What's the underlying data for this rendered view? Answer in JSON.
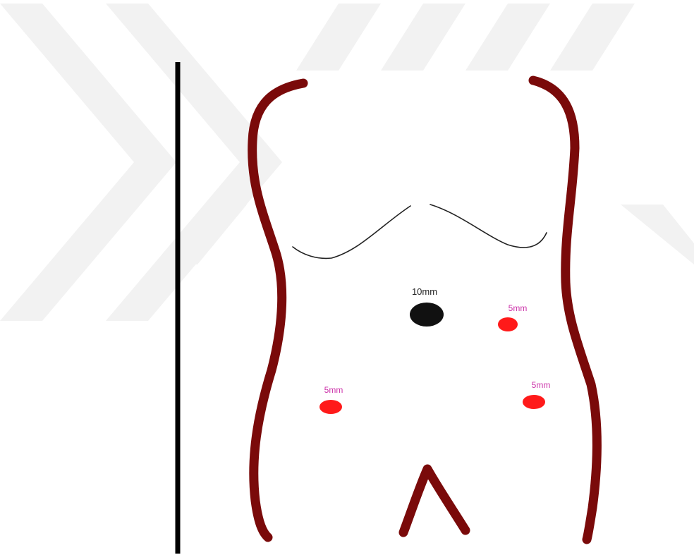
{
  "colors": {
    "watermark": "#f2f2f2",
    "body_outline": "#7a0a0a",
    "rib_line": "#222222",
    "frame_line": "#000000",
    "port_large": "#111111",
    "port_small": "#ff1a1a",
    "label_large": "#222222",
    "label_small": "#cc33aa"
  },
  "ports": {
    "umbilical": {
      "label": "10mm",
      "size": "large"
    },
    "upper_left": {
      "label": "5mm",
      "size": "small"
    },
    "lower_right": {
      "label": "5mm",
      "size": "small"
    },
    "lower_left": {
      "label": "5mm",
      "size": "small"
    }
  }
}
